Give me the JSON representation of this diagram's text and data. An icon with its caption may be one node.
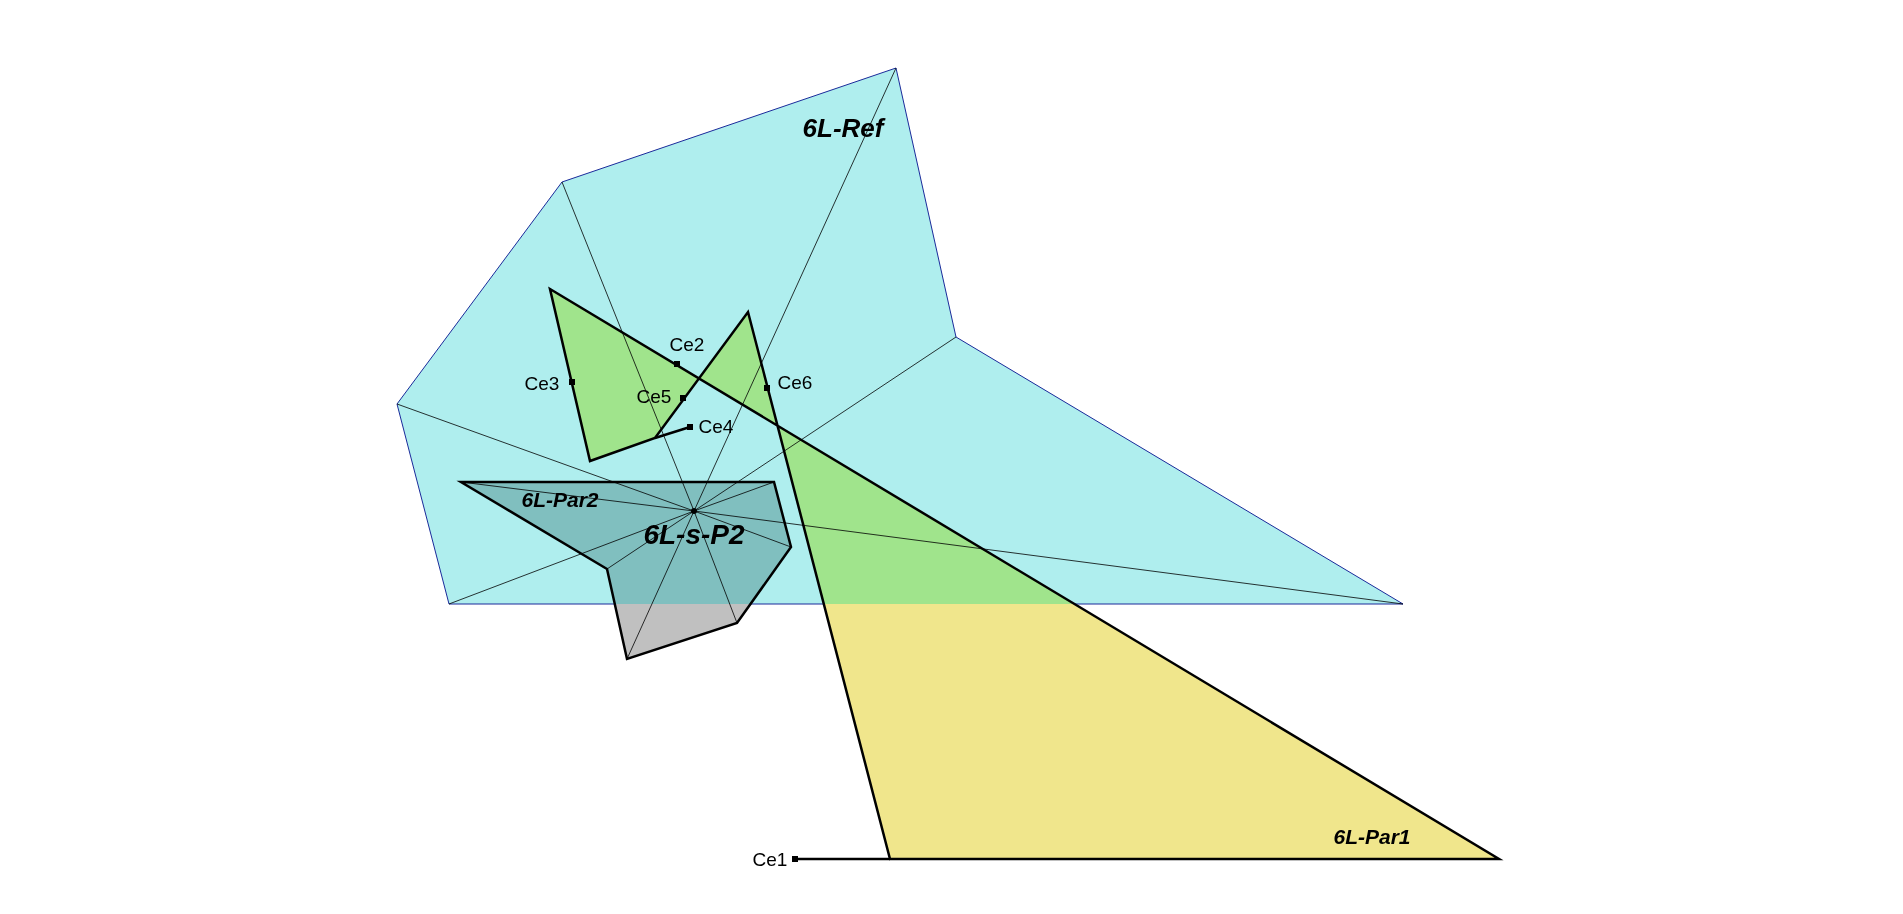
{
  "diagram": {
    "nodes": [
      {
        "text": [
          "6L-Ref"
        ]
      },
      {
        "text": [
          "6L-Par1"
        ]
      },
      {
        "text": [
          "6L-Par2"
        ]
      }
    ],
    "labels": [
      "Ce2",
      "Ce3",
      "Ce6",
      "Ce5",
      "Ce4",
      "6L-s-P2",
      "Ce1"
    ]
  }
}
